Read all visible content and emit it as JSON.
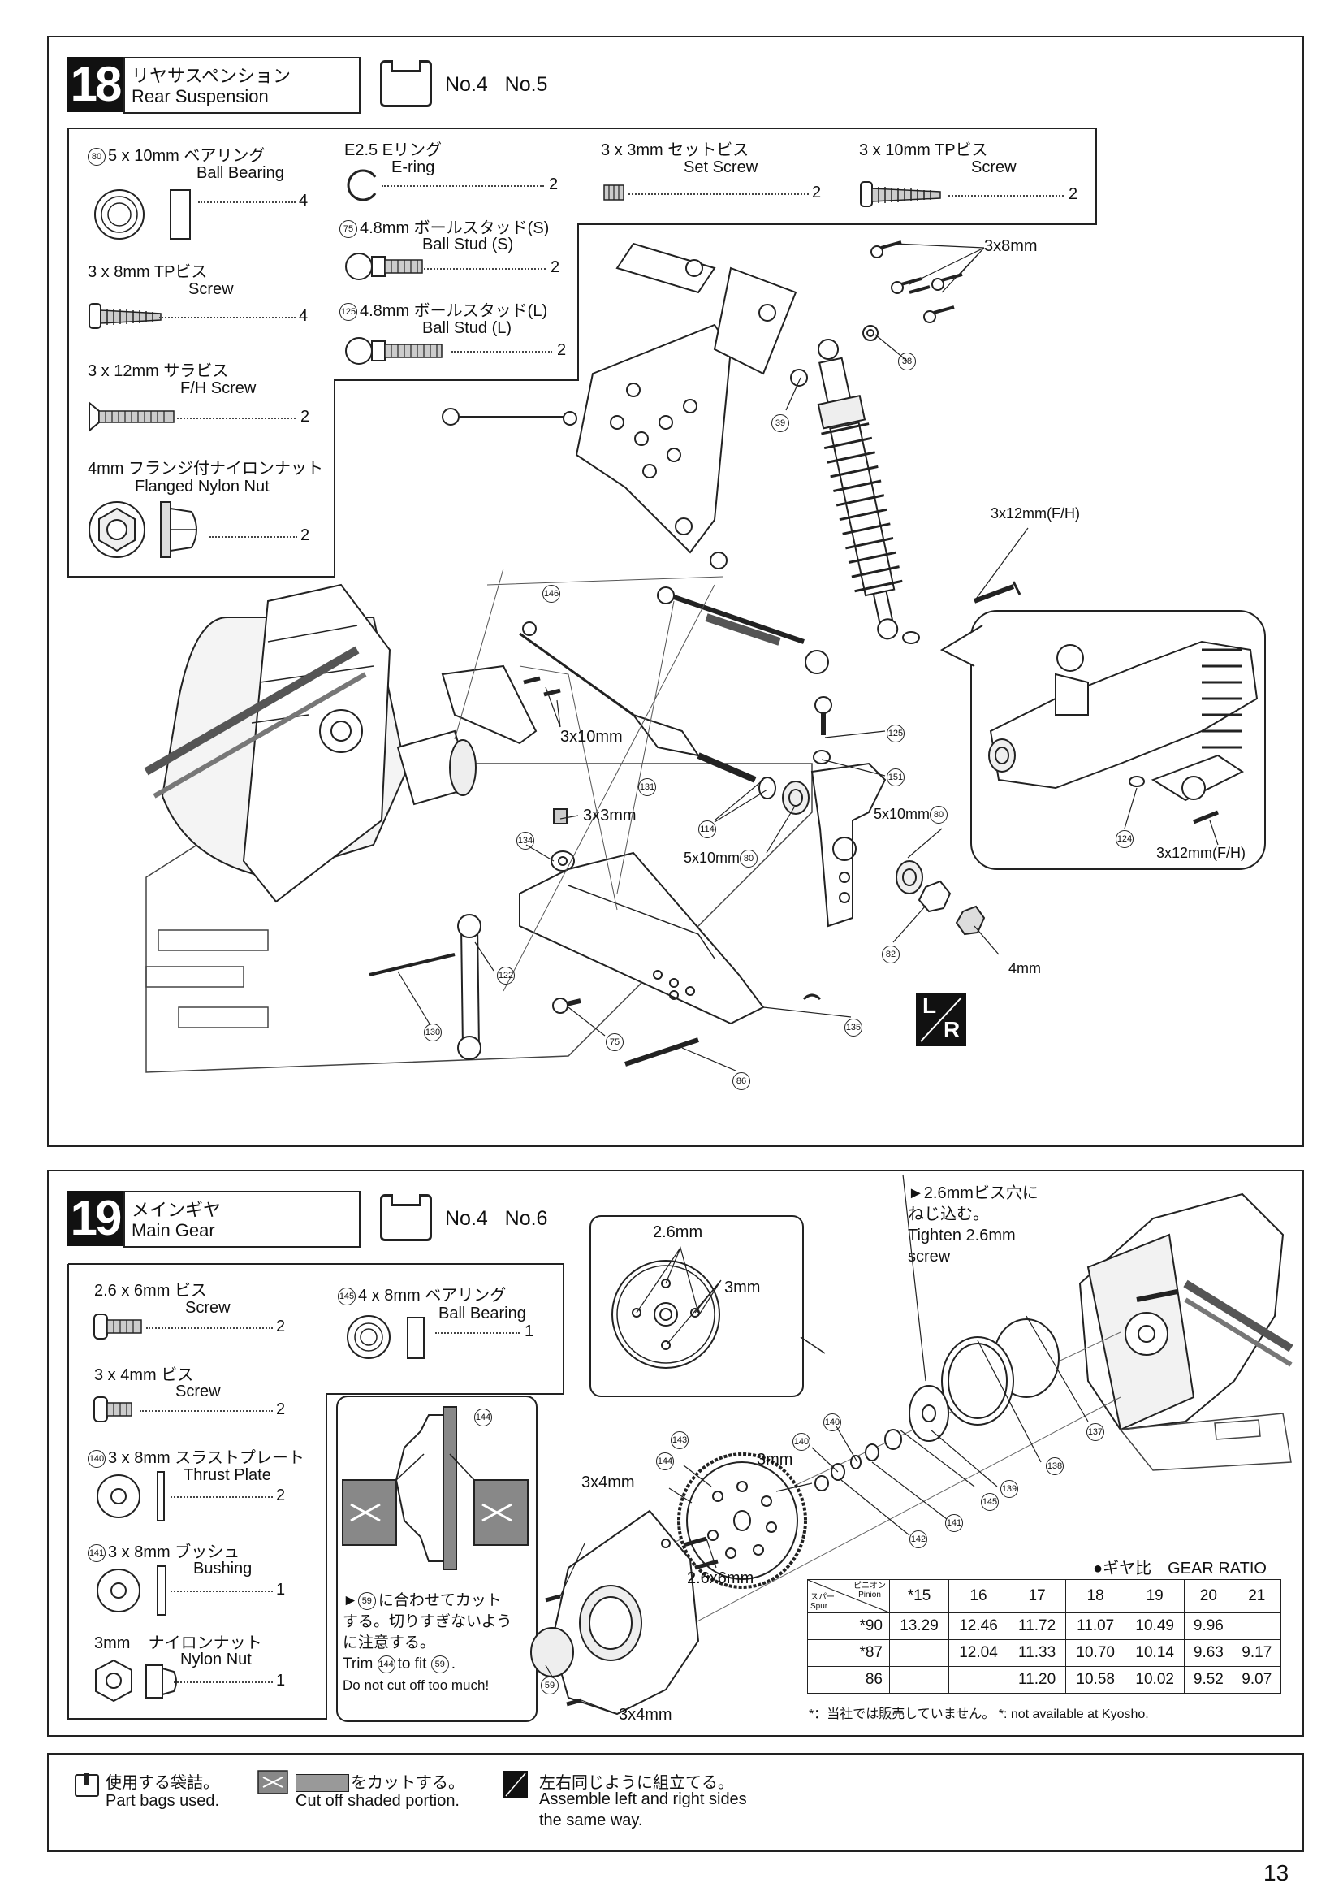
{
  "step18": {
    "number": "18",
    "title_jp": "リヤサスペンション",
    "title_en": "Rear Suspension",
    "bags": "No.4   No.5",
    "parts": [
      {
        "ref": "80",
        "name_jp": "5 x 10mm ベアリング",
        "name_en": "Ball Bearing",
        "qty": "4"
      },
      {
        "ref": "",
        "name_jp": "3 x 8mm TPビス",
        "name_en": "Screw",
        "qty": "4"
      },
      {
        "ref": "",
        "name_jp": "3 x 12mm サラビス",
        "name_en": "F/H Screw",
        "qty": "2"
      },
      {
        "ref": "",
        "name_jp": "4mm フランジ付ナイロンナット",
        "name_en": "Flanged Nylon Nut",
        "qty": "2"
      },
      {
        "ref": "",
        "name_jp": "E2.5 Eリング",
        "name_en": "E-ring",
        "qty": "2"
      },
      {
        "ref": "75",
        "name_jp": "4.8mm ボールスタッド(S)",
        "name_en": "Ball Stud (S)",
        "qty": "2"
      },
      {
        "ref": "125",
        "name_jp": "4.8mm ボールスタッド(L)",
        "name_en": "Ball Stud (L)",
        "qty": "2"
      },
      {
        "ref": "",
        "name_jp": "3 x 3mm セットビス",
        "name_en": "Set Screw",
        "qty": "2"
      },
      {
        "ref": "",
        "name_jp": "3 x 10mm TPビス",
        "name_en": "Screw",
        "qty": "2"
      }
    ],
    "callouts": {
      "c3x8": "3x8mm",
      "c38": "38",
      "c39": "39",
      "c3x12a": "3x12mm(F/H)",
      "c146": "146",
      "c3x10": "3x10mm",
      "c125": "125",
      "c151": "151",
      "c131": "131",
      "c3x3": "3x3mm",
      "c134": "134",
      "c114": "114",
      "c5x10a": "5x10mm",
      "c80a": "80",
      "c5x10b": "5x10mm",
      "c80b": "80",
      "c124": "124",
      "c3x12b": "3x12mm(F/H)",
      "c82": "82",
      "c4mm": "4mm",
      "c122": "122",
      "c75": "75",
      "c130": "130",
      "c135": "135",
      "c86": "86"
    }
  },
  "step19": {
    "number": "19",
    "title_jp": "メインギヤ",
    "title_en": "Main Gear",
    "bags": "No.4   No.6",
    "parts": [
      {
        "ref": "",
        "name_jp": "2.6 x 6mm ビス",
        "name_en": "Screw",
        "qty": "2"
      },
      {
        "ref": "",
        "name_jp": "3 x 4mm ビス",
        "name_en": "Screw",
        "qty": "2"
      },
      {
        "ref": "140",
        "name_jp": "3 x 8mm スラストプレート",
        "name_en": "Thrust Plate",
        "qty": "2"
      },
      {
        "ref": "141",
        "name_jp": "3 x 8mm ブッシュ",
        "name_en": "Bushing",
        "qty": "1"
      },
      {
        "ref": "",
        "name_jp": "3mm    ナイロンナット",
        "name_en": "Nylon Nut",
        "qty": "1"
      },
      {
        "ref": "145",
        "name_jp": "4 x 8mm ベアリング",
        "name_en": "Ball Bearing",
        "qty": "1"
      }
    ],
    "detail_labels": {
      "d26": "2.6mm",
      "d3": "3mm"
    },
    "tighten_note": [
      "►2.6mmビス穴に",
      "ねじ込む。",
      "Tighten 2.6mm",
      "screw"
    ],
    "trim_note": [
      "►",
      "59",
      "に合わせてカット",
      "する。切りすぎないよう",
      "に注意する。",
      "Trim ",
      "144",
      "to fit ",
      "59",
      ".",
      "Do not cut off too much!"
    ],
    "trim_ref": "144",
    "callouts": {
      "c3x4a": "3x4mm",
      "c144": "144",
      "c143": "143",
      "c3mm": "3mm",
      "c140a": "140",
      "c140b": "140",
      "c26x6": "2.6x6mm",
      "c141": "141",
      "c142": "142",
      "c145": "145",
      "c139": "139",
      "c138": "138",
      "c137": "137",
      "c59": "59",
      "c3x4b": "3x4mm"
    },
    "gear_ratio": {
      "title": "●ギヤ比　GEAR RATIO",
      "header_spur": "スパー\nSpur",
      "header_pinion": "ピニオン\nPinion",
      "pinions": [
        "*15",
        "16",
        "17",
        "18",
        "19",
        "20",
        "21"
      ],
      "rows": [
        {
          "spur": "*90",
          "values": [
            "13.29",
            "12.46",
            "11.72",
            "11.07",
            "10.49",
            "9.96",
            ""
          ]
        },
        {
          "spur": "*87",
          "values": [
            "",
            "12.04",
            "11.33",
            "10.70",
            "10.14",
            "9.63",
            "9.17"
          ]
        },
        {
          "spur": "86",
          "values": [
            "",
            "",
            "11.20",
            "10.58",
            "10.02",
            "9.52",
            "9.07"
          ]
        }
      ],
      "footnote": "*：当社では販売していません。 *: not available at Kyosho."
    }
  },
  "legend": {
    "bag_jp": "使用する袋詰。",
    "bag_en": "Part bags used.",
    "cut_jp": "をカットする。",
    "cut_en": "Cut off shaded portion.",
    "lr_jp": "左右同じように組立てる。",
    "lr_en1": "Assemble left and right sides",
    "lr_en2": "the same way."
  },
  "page_number": "13",
  "lr_symbol": {
    "l": "L",
    "r": "R"
  }
}
